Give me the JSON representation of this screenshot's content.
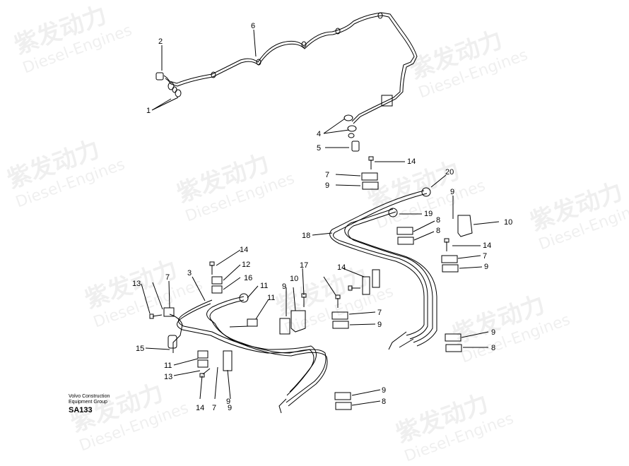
{
  "watermark": {
    "cn": "紫发动力",
    "en": "Diesel-Engines"
  },
  "caption": {
    "line1": "Volvo Construction",
    "line2": "Equipment Group",
    "code": "SA133"
  },
  "callouts": [
    "2",
    "6",
    "1",
    "4",
    "5",
    "14",
    "7",
    "9",
    "20",
    "19",
    "18",
    "9",
    "8",
    "10",
    "14",
    "7",
    "9",
    "14",
    "12",
    "11",
    "17",
    "3",
    "16",
    "11",
    "13",
    "14",
    "7",
    "10",
    "9",
    "7",
    "9",
    "15",
    "11",
    "13",
    "9",
    "8",
    "14",
    "7",
    "9",
    "9",
    "8",
    "9",
    "8"
  ]
}
